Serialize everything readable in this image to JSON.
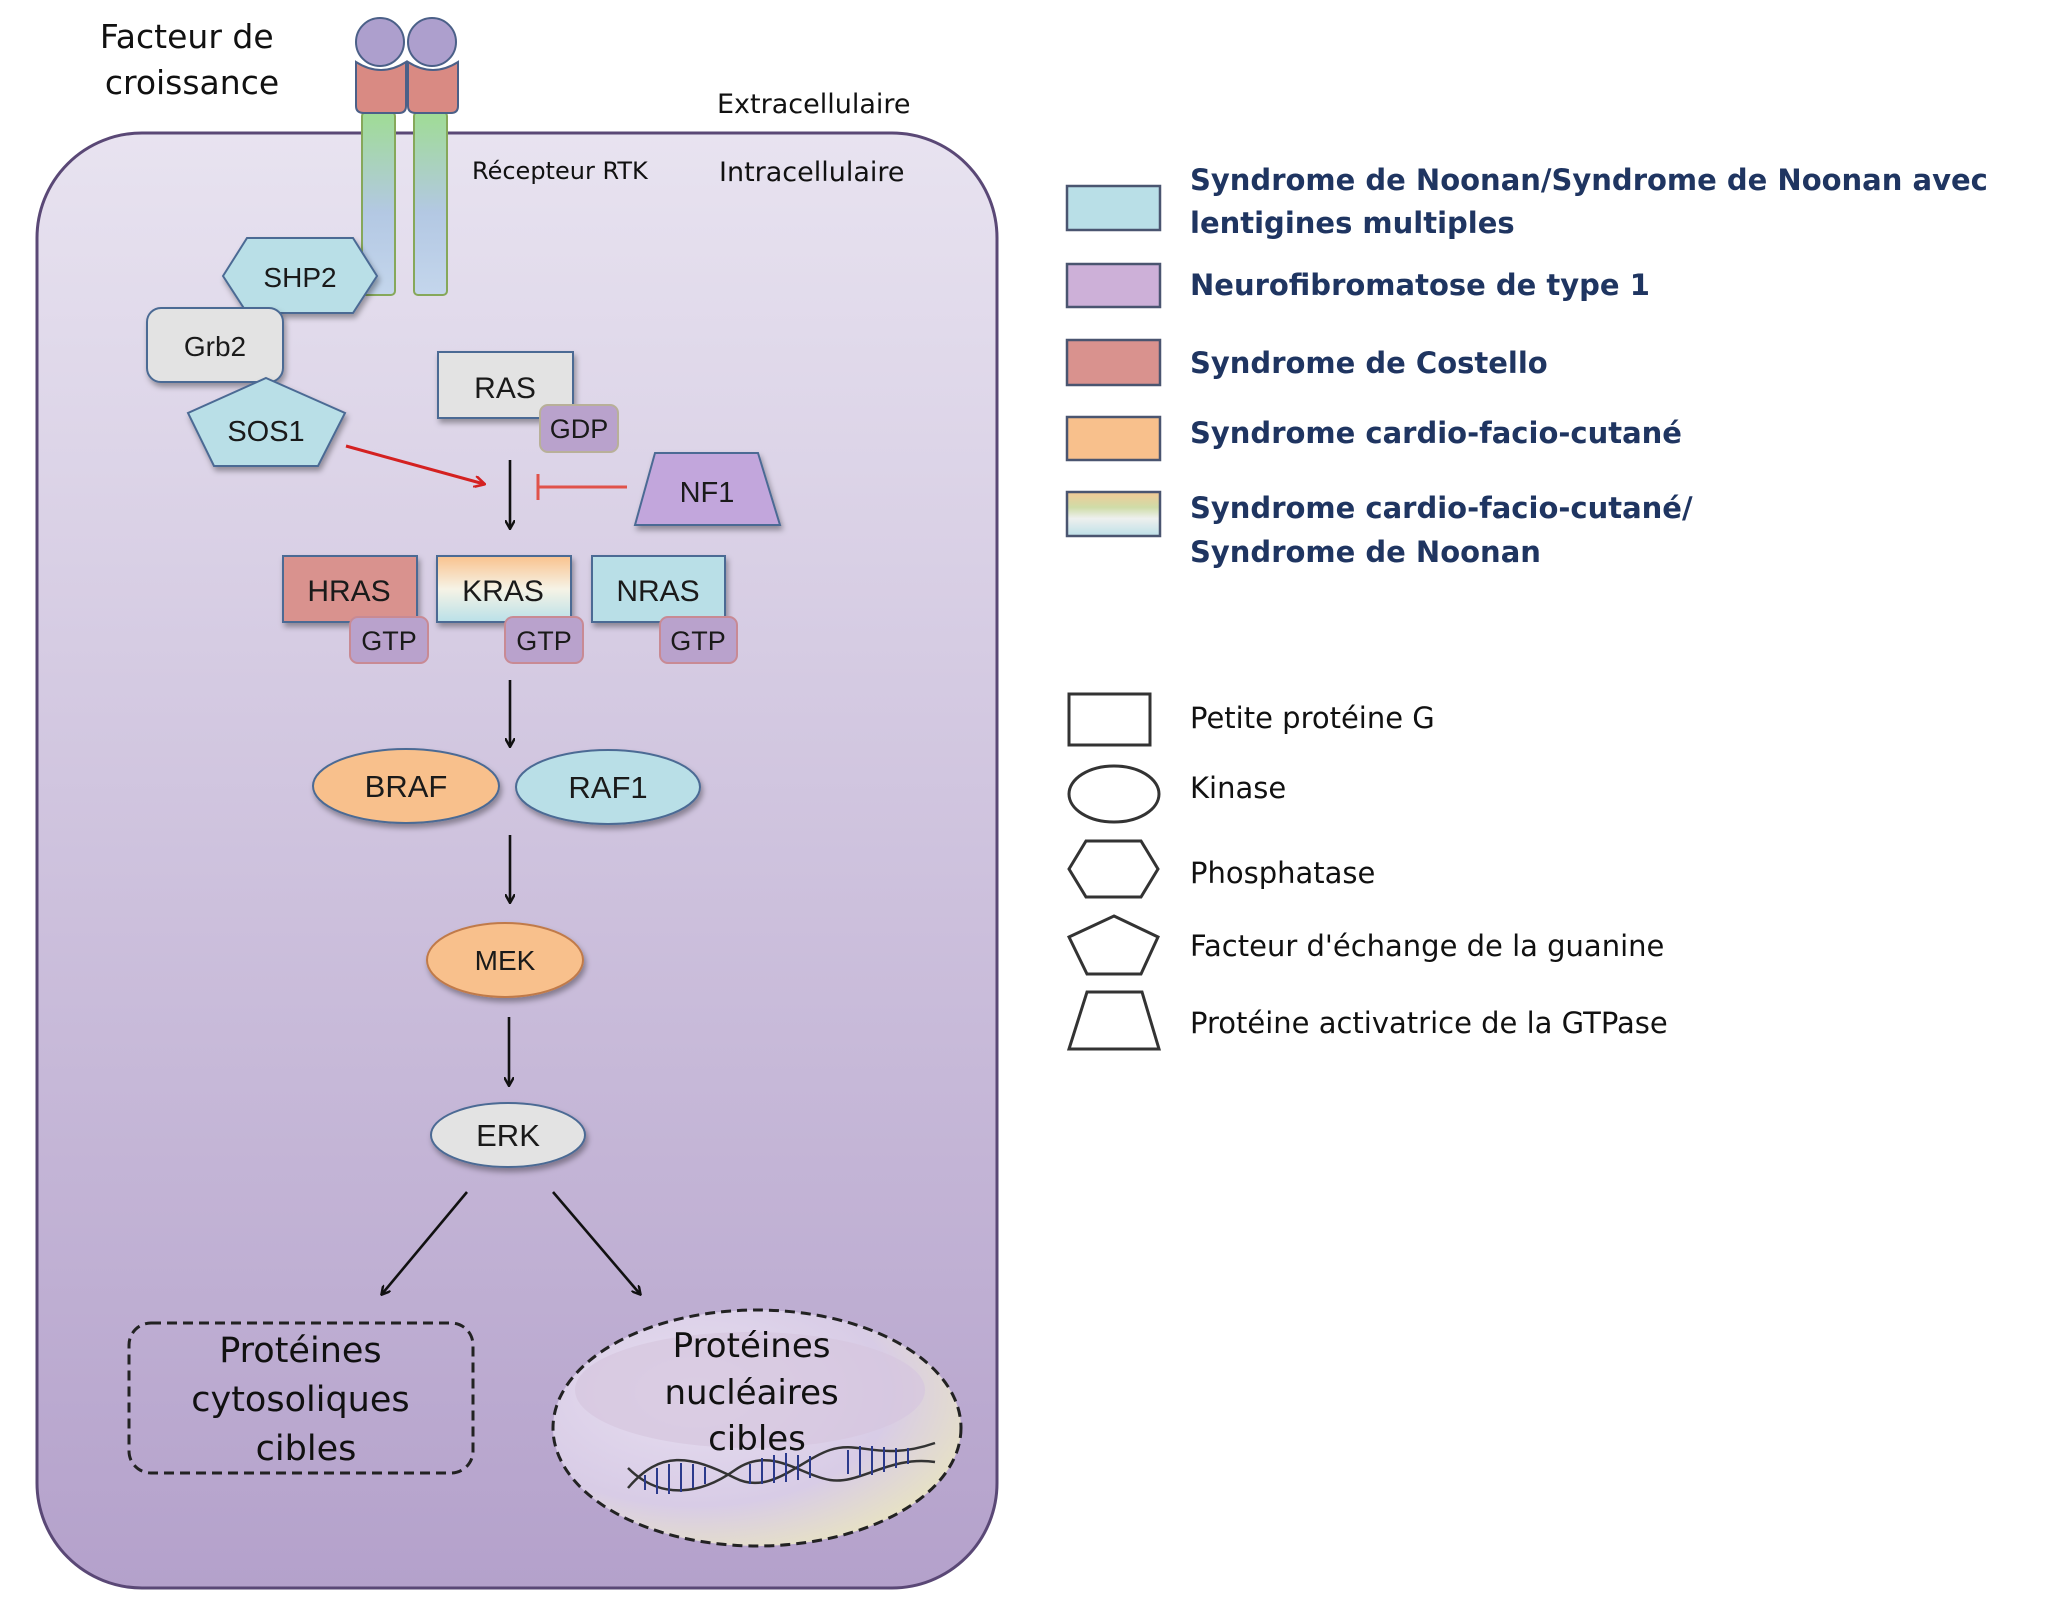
{
  "labels": {
    "growth_factor": [
      "Facteur de",
      "croissance"
    ],
    "extracellular": "Extracellulaire",
    "intracellular": "Intracellulaire",
    "receptor": "Récepteur RTK"
  },
  "proteins": {
    "shp2": "SHP2",
    "grb2": "Grb2",
    "sos1": "SOS1",
    "ras": "RAS",
    "gdp": "GDP",
    "nf1": "NF1",
    "hras": "HRAS",
    "kras": "KRAS",
    "nras": "NRAS",
    "gtp": "GTP",
    "braf": "BRAF",
    "raf1": "RAF1",
    "mek": "MEK",
    "erk": "ERK"
  },
  "targets": {
    "cytosolic": [
      "Protéines",
      "cytosoliques",
      "cibles"
    ],
    "nuclear": [
      "Protéines",
      "nucléaires",
      "cibles"
    ]
  },
  "colors": {
    "noonan": "#b9dfe7",
    "nf1": "#cdb0d8",
    "costello": "#d9928e",
    "cfc": "#f8c08c",
    "grey": "#e3e3e3",
    "gtp": "#b9a2cc",
    "cell_top": "#e6e0ef",
    "cell_bottom": "#b6a3cc",
    "inhibit": "#e0524a",
    "activate": "#d42121"
  },
  "legend_diseases": [
    {
      "lines": [
        "Syndrome de Noonan/Syndrome de Noonan avec",
        "lentigines multiples"
      ],
      "color_key": "noonan"
    },
    {
      "lines": [
        "Neurofibromatose de type 1"
      ],
      "color_key": "nf1"
    },
    {
      "lines": [
        "Syndrome de Costello"
      ],
      "color_key": "costello"
    },
    {
      "lines": [
        "Syndrome cardio-facio-cutané"
      ],
      "color_key": "cfc"
    },
    {
      "lines": [
        "Syndrome cardio-facio-cutané/",
        "Syndrome de Noonan"
      ],
      "color_key": "gradient"
    }
  ],
  "legend_shapes": [
    {
      "shape": "rectangle",
      "label": "Petite protéine G"
    },
    {
      "shape": "ellipse",
      "label": "Kinase"
    },
    {
      "shape": "hexagon",
      "label": "Phosphatase"
    },
    {
      "shape": "pentagon",
      "label": "Facteur d'échange de la guanine"
    },
    {
      "shape": "trapezoid",
      "label": "Protéine activatrice de la GTPase"
    }
  ]
}
